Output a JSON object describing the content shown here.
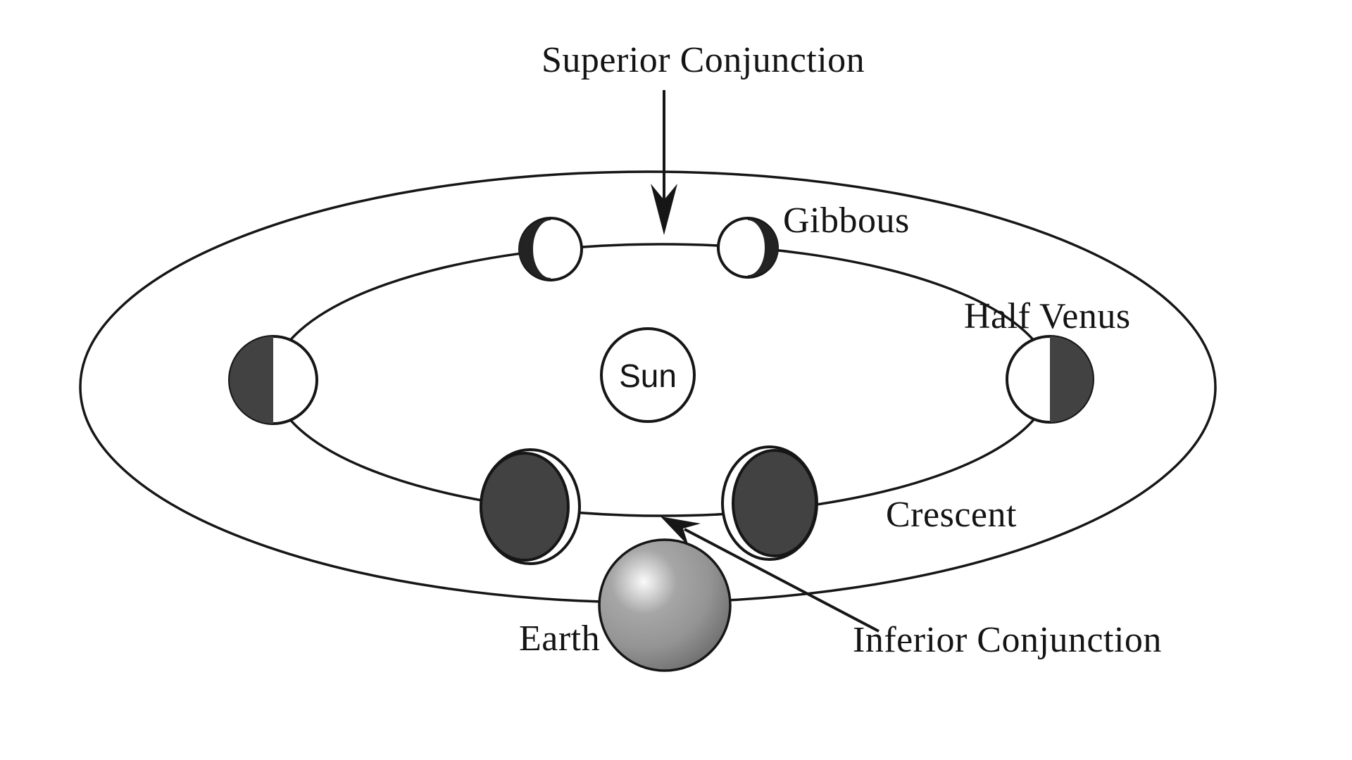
{
  "diagram": {
    "type": "diagram",
    "subject": "Phases of Venus as seen from Earth"
  },
  "labels": {
    "superior_conjunction": "Superior Conjunction",
    "gibbous": "Gibbous",
    "half_venus": "Half Venus",
    "crescent": "Crescent",
    "inferior_conjunction": "Inferior Conjunction",
    "earth": "Earth",
    "sun": "Sun"
  },
  "venus_positions": [
    {
      "position": "upper-left",
      "phase": "gibbous",
      "dark_side": "left-sliver"
    },
    {
      "position": "upper-right",
      "phase": "gibbous",
      "dark_side": "right-sliver"
    },
    {
      "position": "left",
      "phase": "half",
      "dark_side": "left-half"
    },
    {
      "position": "right",
      "phase": "half",
      "dark_side": "right-half"
    },
    {
      "position": "lower-left",
      "phase": "crescent",
      "dark_side": "mostly-dark-white-sliver-right"
    },
    {
      "position": "lower-right",
      "phase": "crescent",
      "dark_side": "mostly-dark-white-sliver-left"
    }
  ],
  "colors": {
    "background": "#ffffff",
    "line": "#161616",
    "text": "#141414",
    "venus_dark": "#424242",
    "venus_lune": "#232323",
    "earth_highlight": "#fafafa",
    "earth_mid": "#a6a6a6",
    "earth_shadow": "#6a6a6a"
  }
}
